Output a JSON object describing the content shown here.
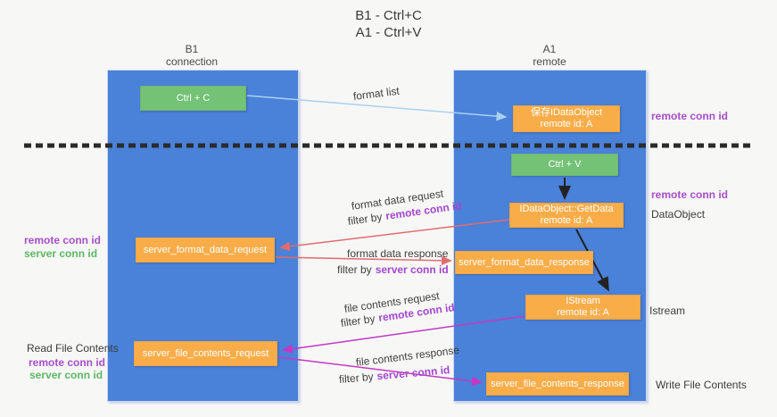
{
  "title": {
    "line1": "B1 - Ctrl+C",
    "line2": "A1 - Ctrl+V"
  },
  "columns": {
    "left": {
      "name": "B1",
      "role": "connection"
    },
    "right": {
      "name": "A1",
      "role": "remote"
    }
  },
  "nodes": {
    "ctrl_c": {
      "label": "Ctrl + C"
    },
    "ctrl_v": {
      "label": "Ctrl + V"
    },
    "save_dataobject": {
      "line1": "保存IDataObject",
      "line2": "remote id: A"
    },
    "getdata": {
      "line1": "IDataObject::GetData",
      "line2": "remote id: A"
    },
    "istream": {
      "line1": "IStream",
      "line2": "remote id: A"
    },
    "server_format_data_request": {
      "label": "server_format_data_request"
    },
    "server_format_data_response": {
      "label": "server_format_data_response"
    },
    "server_file_contents_request": {
      "label": "server_file_contents_request"
    },
    "server_file_contents_response": {
      "label": "server_file_contents_response"
    }
  },
  "arrow_labels": {
    "format_list": "format list",
    "format_data_request": "format data request",
    "format_data_response": "format data response",
    "file_contents_request": "file contents request",
    "file_contents_response": "file contents response",
    "filter_by": "filter by",
    "remote_conn_id": "remote conn id",
    "server_conn_id": "server conn id"
  },
  "side_labels": {
    "left": {
      "remote_conn_id_1": "remote conn id",
      "server_conn_id_1": "server conn id",
      "read_file_contents": "Read File Contents",
      "remote_conn_id_2": "remote conn id",
      "server_conn_id_2": "server conn id"
    },
    "right": {
      "remote_conn_id_1": "remote conn id",
      "remote_conn_id_2": "remote conn id",
      "dataobject": "DataObject",
      "istream": "Istream",
      "write_file_contents": "Write File Contents"
    }
  },
  "colors": {
    "column_blue": "#4a81d9",
    "node_green": "#74c276",
    "node_orange": "#f9ad49",
    "label_purple": "#a64fc8",
    "label_green": "#5db763",
    "filter_purple": "#a347d1",
    "arrow_red": "#e06c6c",
    "arrow_magenta": "#c438c4",
    "arrow_light_blue": "#a9d2ef",
    "arrow_black": "#222222",
    "background": "#f7f7f6"
  }
}
